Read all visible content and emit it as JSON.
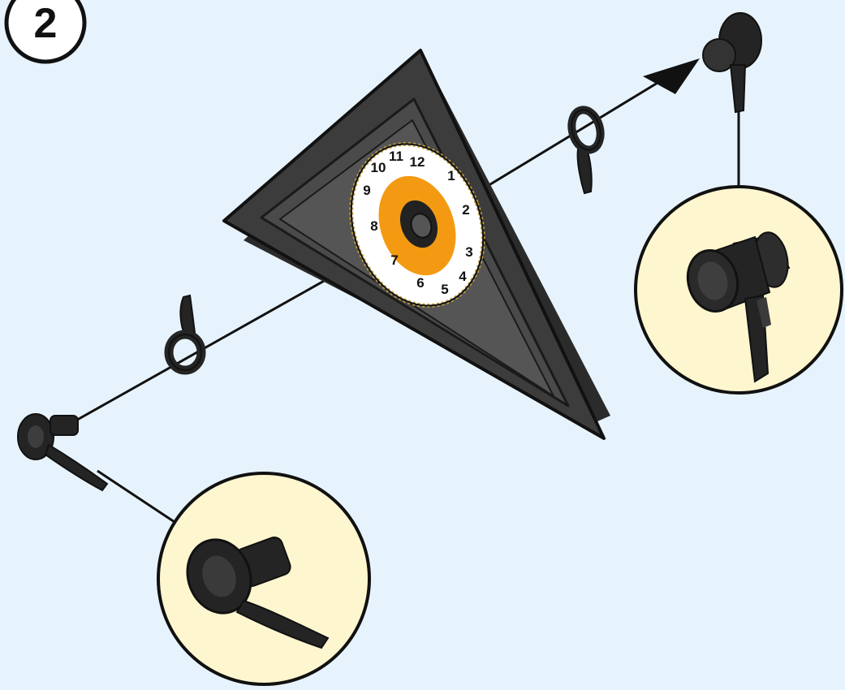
{
  "step": {
    "number": "2"
  },
  "dial": {
    "numbers": [
      "12",
      "1",
      "2",
      "3",
      "4",
      "5",
      "6",
      "7",
      "8",
      "9",
      "10",
      "11"
    ]
  },
  "colors": {
    "background": "#e7f3fc",
    "panel_dark": "#3a3a3a",
    "panel_mid": "#4d4d4d",
    "dial_face": "#ffffff",
    "dial_ring": "#f39a12",
    "dial_border": "#c9a43b",
    "zoom_circle": "#fdf6cf",
    "part_black": "#242424"
  },
  "icons": [
    "step-number-badge",
    "triangle-clock-frame",
    "clock-dial",
    "hand-ring",
    "clock-hand-pin",
    "zoom-inset"
  ]
}
